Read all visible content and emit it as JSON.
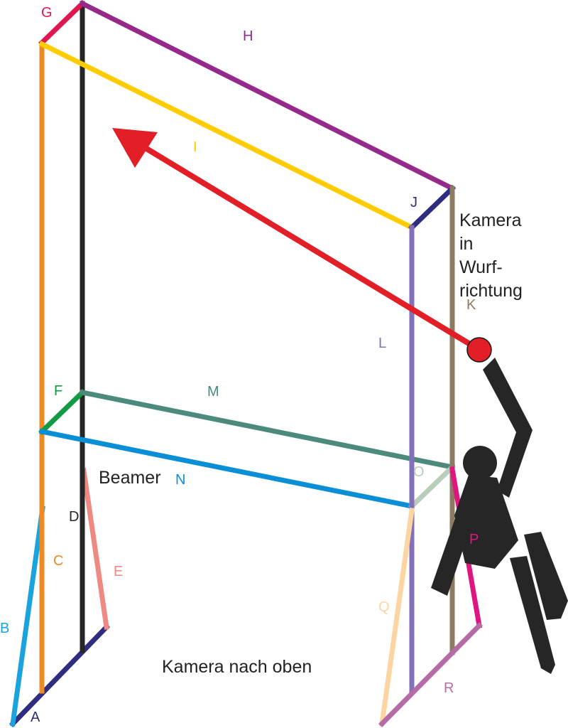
{
  "colors": {
    "A": "#2e2d7f",
    "B": "#1aa3dd",
    "C": "#f08a24",
    "D": "#262626",
    "E": "#ee8a82",
    "F": "#129a45",
    "G": "#e0174f",
    "H": "#952a8b",
    "I": "#ffcc00",
    "J": "#2e2d7f",
    "K": "#8c7b62",
    "L": "#8270b8",
    "M": "#4c8a7d",
    "N": "#0a8fd6",
    "O": "#b9cdbb",
    "P": "#e0157f",
    "Q": "#fcd5a3",
    "R": "#b76ba6",
    "arrow": "#e21e26",
    "figure": "#262626",
    "ball": "#e21e26"
  },
  "labels": {
    "A": "A",
    "B": "B",
    "C": "C",
    "D": "D",
    "E": "E",
    "F": "F",
    "G": "G",
    "H": "H",
    "I": "I",
    "J": "J",
    "K": "K",
    "L": "L",
    "M": "M",
    "N": "N",
    "O": "O",
    "P": "P",
    "Q": "Q",
    "R": "R"
  },
  "annotations": {
    "camera_throw_line1": "Kamera",
    "camera_throw_line2": "in",
    "camera_throw_line3": "Wurf-",
    "camera_throw_line4": "richtung",
    "beamer": "Beamer",
    "camera_up": "Kamera nach oben"
  },
  "icons": {
    "thrower": "person-throwing-icon",
    "throw_direction": "arrow-icon",
    "ball": "ball-icon"
  }
}
